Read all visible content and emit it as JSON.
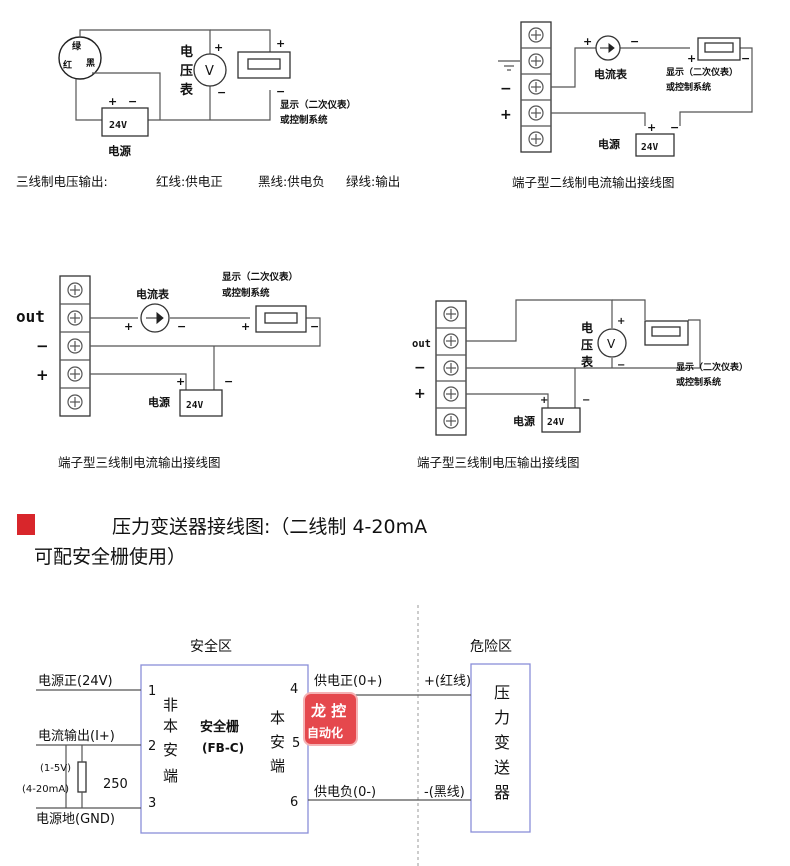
{
  "common": {
    "v_letter": "V",
    "voltmeter_label": [
      "电",
      "压",
      "表"
    ],
    "ammeter_label": "电流表",
    "display_line1": "显示（二次仪表）",
    "display_line2": "或控制系统",
    "power_label": "电源",
    "supply_value": "24V",
    "plus": "+",
    "minus": "−",
    "out": "out"
  },
  "d1": {
    "wire_green": "绿",
    "wire_red": "红",
    "wire_black": "黑",
    "caption_title": "三线制电压输出:",
    "caption_red": "红线:供电正",
    "caption_black": "黑线:供电负",
    "caption_green": "绿线:输出"
  },
  "d2": {
    "caption": "端子型二线制电流输出接线图"
  },
  "d3": {
    "caption": "端子型三线制电流输出接线图"
  },
  "d4": {
    "caption": "端子型三线制电压输出接线图"
  },
  "section": {
    "accent_color": "#d8262b",
    "title": "压力变送器接线图:（二线制 4-20mA",
    "title_cont": "可配安全栅使用）"
  },
  "barrier": {
    "safe_zone": "安全区",
    "hazard_zone": "危险区",
    "left_labels": [
      "电源正(24V)",
      "电流输出(I+)",
      "电源地(GND)"
    ],
    "pins_left": [
      "1",
      "2",
      "3"
    ],
    "pins_right": [
      "4",
      "5",
      "6"
    ],
    "non_is": [
      "非",
      "本",
      "安",
      "端"
    ],
    "is_side": [
      "本",
      "安",
      "端"
    ],
    "barrier_name": "安全栅",
    "barrier_model": "(FB-C)",
    "supply_pos": "供电正(0+)",
    "supply_neg": "供电负(0-)",
    "red_wire": "+(红线)",
    "black_wire": "-(黑线)",
    "transmitter": [
      "压",
      "力",
      "变",
      "送",
      "器"
    ],
    "range_v": "(1-5V)",
    "range_ma": "(4-20mA)",
    "resistor": "250",
    "watermark_top": "龙 控",
    "watermark_bottom": "自动化"
  }
}
